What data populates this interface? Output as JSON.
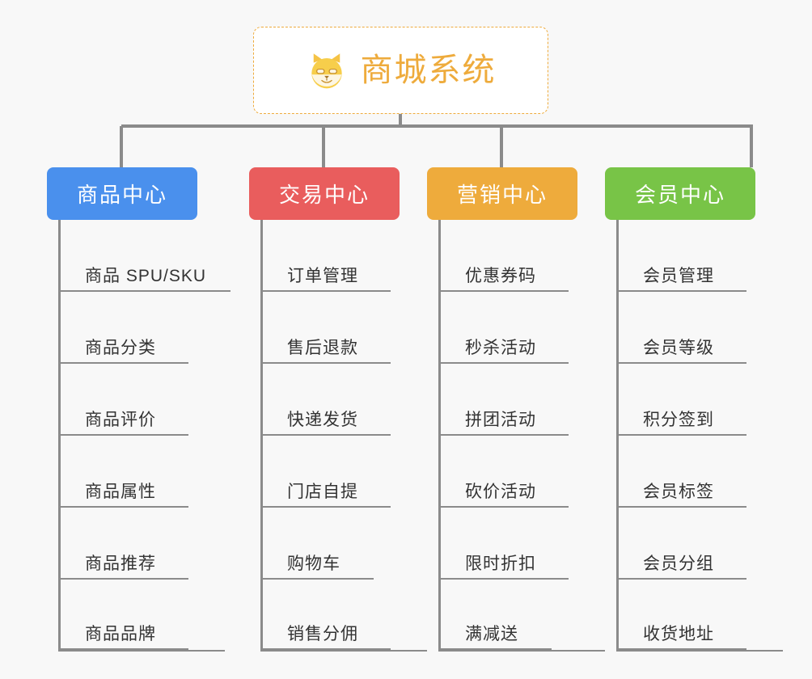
{
  "page": {
    "background_color": "#f8f8f8",
    "title": "商城系统"
  },
  "root": {
    "label": "商城系统",
    "icon": "shiba-dog-icon",
    "border_color": "#eeab3c",
    "text_color": "#eeab3c",
    "background_color": "#ffffff"
  },
  "connector_color": "#8b8b8b",
  "categories": [
    {
      "label": "商品中心",
      "color": "#4a90ed",
      "items": [
        "商品 SPU/SKU",
        "商品分类",
        "商品评价",
        "商品属性",
        "商品推荐",
        "商品品牌"
      ]
    },
    {
      "label": "交易中心",
      "color": "#e95d5d",
      "items": [
        "订单管理",
        "售后退款",
        "快递发货",
        "门店自提",
        "购物车",
        "销售分佣"
      ]
    },
    {
      "label": "营销中心",
      "color": "#eeab3c",
      "items": [
        "优惠券码",
        "秒杀活动",
        "拼团活动",
        "砍价活动",
        "限时折扣",
        "满减送"
      ]
    },
    {
      "label": "会员中心",
      "color": "#78c447",
      "items": [
        "会员管理",
        "会员等级",
        "积分签到",
        "会员标签",
        "会员分组",
        "收货地址"
      ]
    }
  ]
}
